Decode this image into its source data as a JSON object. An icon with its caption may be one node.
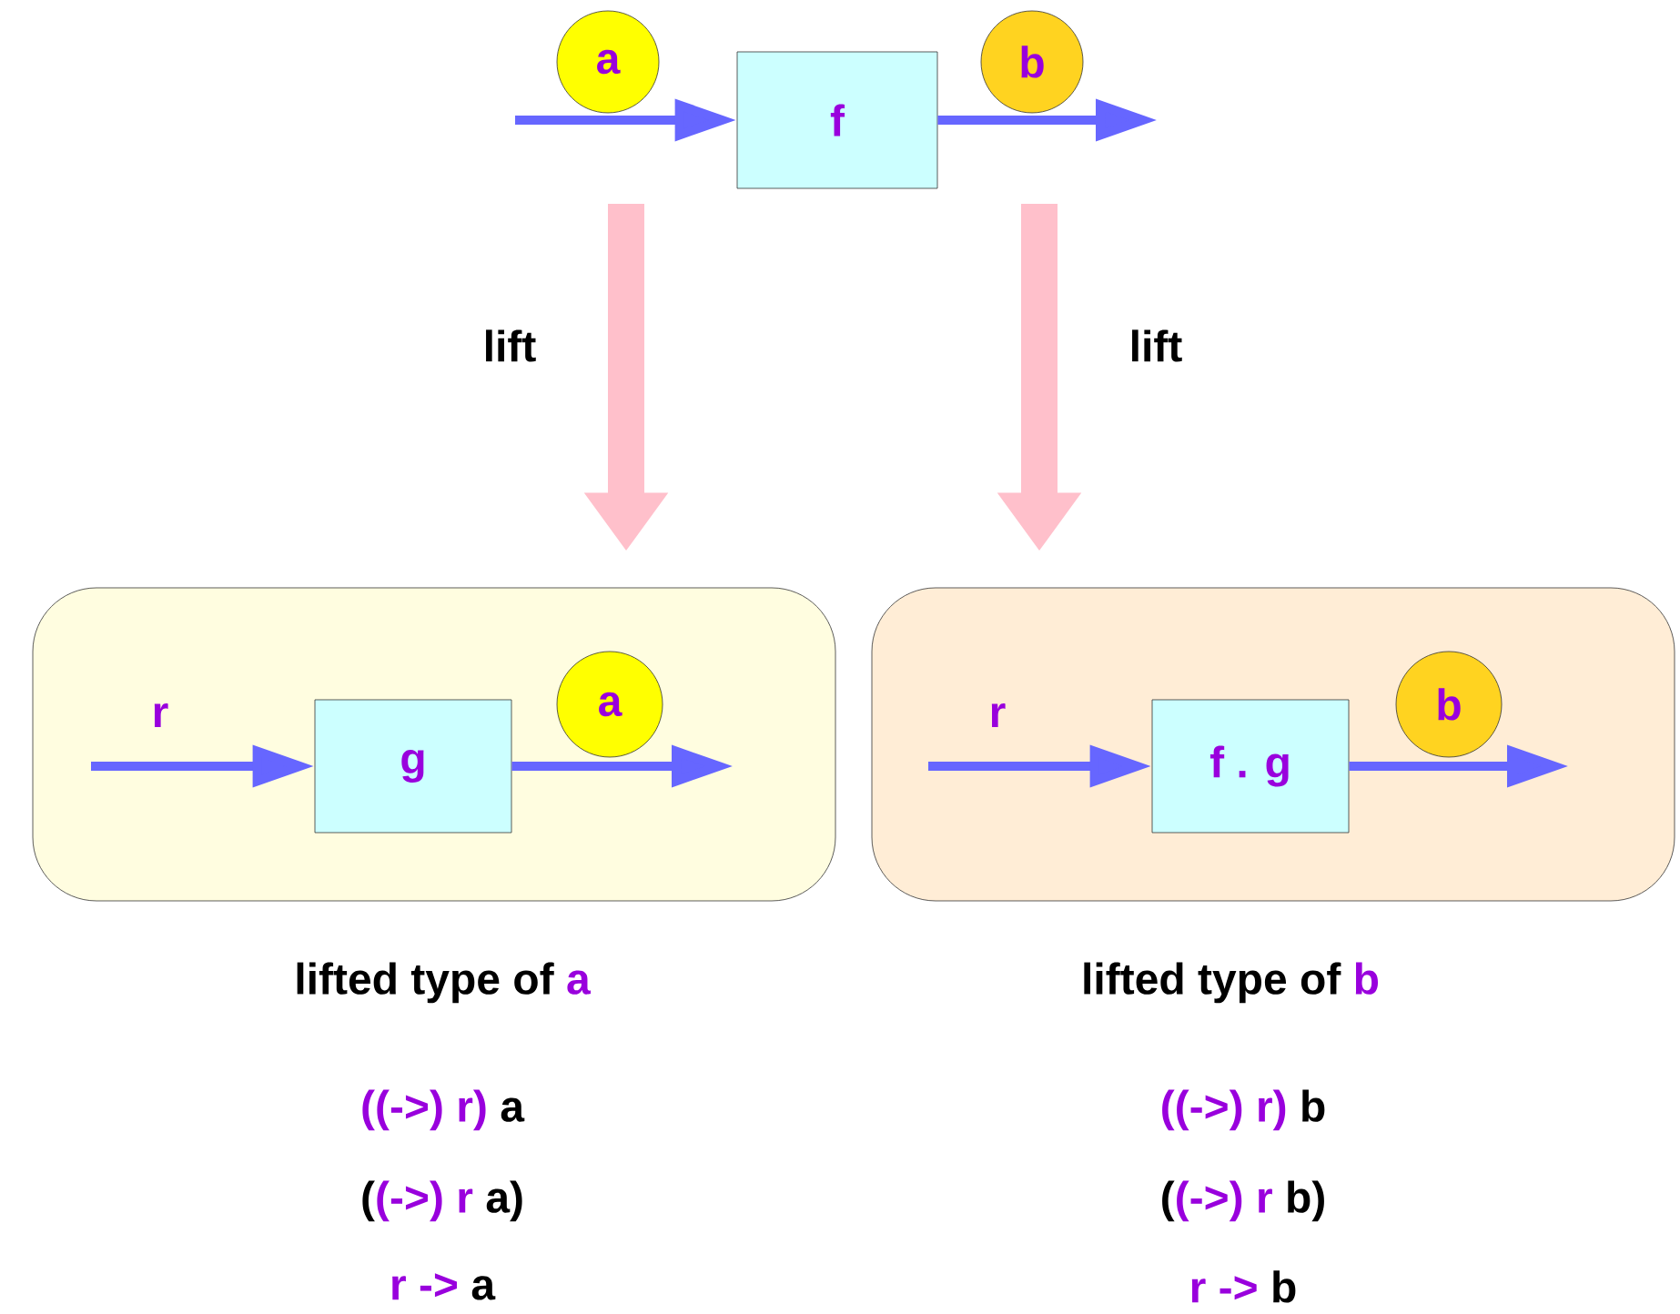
{
  "diagram": {
    "nodes": [
      {
        "text": [
          "f"
        ]
      },
      {
        "text": [
          "a"
        ]
      },
      {
        "text": [
          "b"
        ]
      },
      {
        "text": [],
        "shape": "box"
      },
      {
        "text": [
          "g"
        ],
        "in": 3
      },
      {
        "text": [
          "a"
        ],
        "in": 3
      },
      {
        "text": [],
        "shape": "box"
      },
      {
        "text": [
          "f . g"
        ],
        "in": 6
      },
      {
        "text": [
          "b"
        ],
        "in": 6
      }
    ],
    "edges": [
      {
        "from": null,
        "to": 0,
        "arrow": "to"
      },
      {
        "from": 0,
        "to": null,
        "arrow": "to"
      },
      {
        "from": null,
        "to": 3,
        "arrow": "to",
        "label": "lift",
        "style": "thick",
        "color": "#ffc0cb"
      },
      {
        "from": null,
        "to": 6,
        "arrow": "to",
        "label": "lift",
        "style": "thick",
        "color": "#ffc0cb"
      },
      {
        "from": null,
        "to": 4,
        "arrow": "to",
        "label": "r"
      },
      {
        "from": 4,
        "to": null,
        "arrow": "to"
      },
      {
        "from": null,
        "to": 7,
        "arrow": "to",
        "label": "r"
      },
      {
        "from": 7,
        "to": null,
        "arrow": "to"
      }
    ],
    "labels": [
      "lifted type of",
      "a",
      "lifted type of",
      "b",
      "((->) r)",
      "a",
      "((->) r)",
      "b",
      "(",
      "(->) r",
      "a)",
      "(",
      "(->) r",
      "b)",
      "r ->",
      "a",
      "r ->",
      "b"
    ]
  }
}
